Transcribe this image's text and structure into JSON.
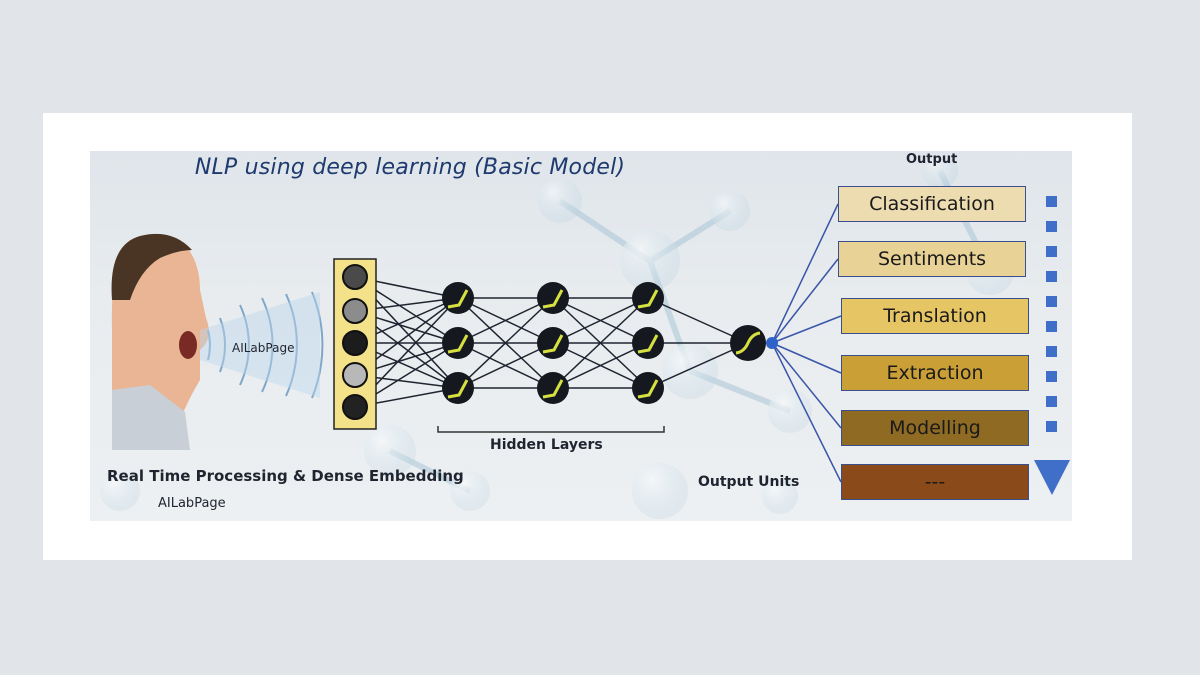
{
  "diagram": {
    "title": "NLP using deep learning (Basic Model)",
    "speaker_label": "AILabPage",
    "input_caption": "Real Time Processing & Dense Embedding",
    "input_credit": "AILabPage",
    "hidden_label": "Hidden Layers",
    "output_units_label": "Output Units",
    "output_header": "Output",
    "outputs": [
      {
        "label": "Classification",
        "color": "#ecdcb0"
      },
      {
        "label": "Sentiments",
        "color": "#e8d296"
      },
      {
        "label": "Translation",
        "color": "#e6c664"
      },
      {
        "label": "Extraction",
        "color": "#c99f36"
      },
      {
        "label": "Modelling",
        "color": "#8e6a22"
      },
      {
        "label": "---",
        "color": "#8a4a1a"
      }
    ],
    "colors": {
      "title": "#1e3a6e",
      "node_fill": "#15181e",
      "node_mark": "#d6e040",
      "input_frame": "#e8d51c",
      "arrow": "#3f6fc8"
    },
    "input_node_shades": [
      "#4a4a4a",
      "#8c8c8c",
      "#1c1c1c",
      "#b8b8b8",
      "#222222"
    ]
  }
}
